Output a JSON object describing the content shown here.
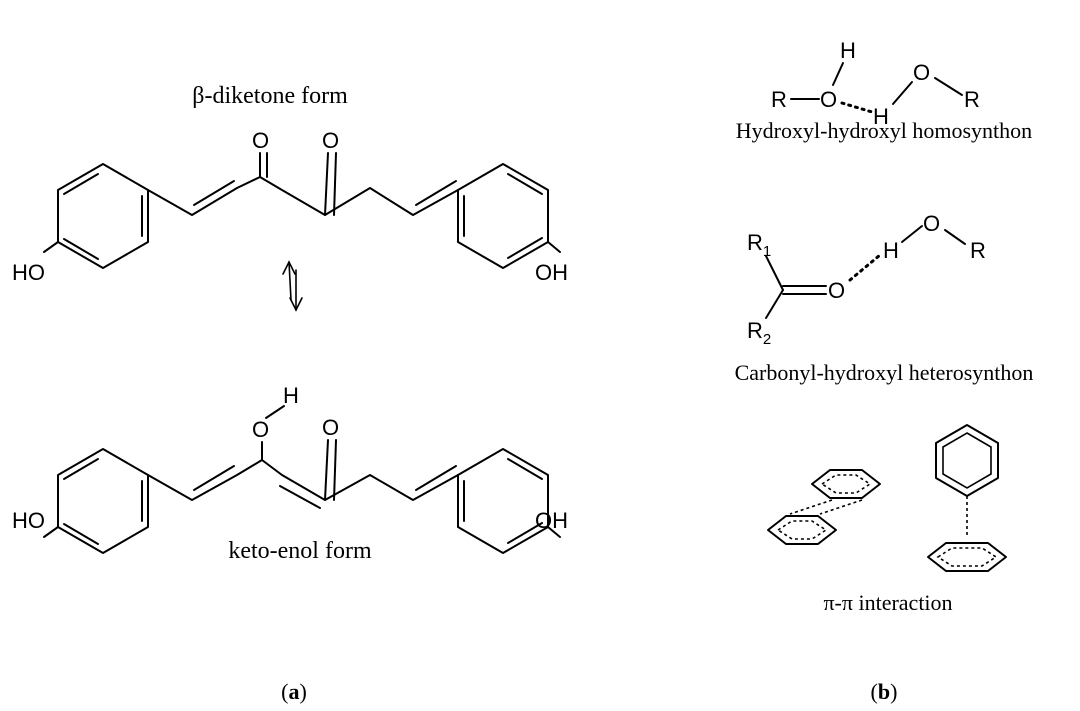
{
  "panel_a": {
    "title_top": "β-diketone form",
    "title_bottom": "keto-enol form",
    "panel_label_open": "(",
    "panel_label_letter": "a",
    "panel_label_close": ")",
    "atoms": {
      "ho_left": "HO",
      "oh_right": "OH",
      "oxygen": "O",
      "hydrogen": "H"
    }
  },
  "panel_b": {
    "synthon1_label": "Hydroxyl-hydroxyl homosynthon",
    "synthon2_label": "Carbonyl-hydroxyl heterosynthon",
    "synthon3_label": "π-π interaction",
    "panel_label_open": "(",
    "panel_label_letter": "b",
    "panel_label_close": ")",
    "atoms": {
      "r": "R",
      "o": "O",
      "h": "H",
      "r1_base": "R",
      "r1_sub": "1",
      "r2_base": "R",
      "r2_sub": "2"
    }
  }
}
